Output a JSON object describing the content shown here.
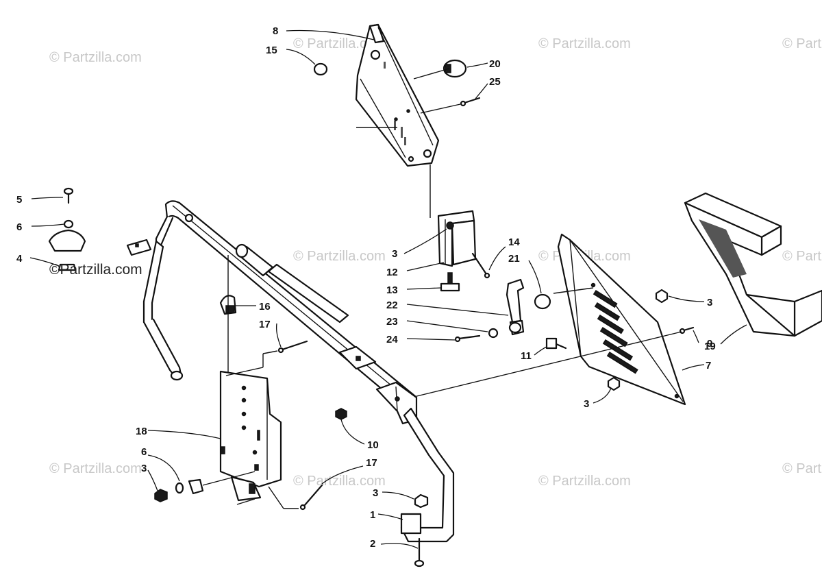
{
  "watermark": {
    "text": "© Partzilla.com",
    "dark_text": "©Partzilla.com"
  },
  "callouts": [
    {
      "id": "c8",
      "label": "8"
    },
    {
      "id": "c15",
      "label": "15"
    },
    {
      "id": "c20",
      "label": "20"
    },
    {
      "id": "c25",
      "label": "25"
    },
    {
      "id": "c5",
      "label": "5"
    },
    {
      "id": "c6a",
      "label": "6"
    },
    {
      "id": "c4",
      "label": "4"
    },
    {
      "id": "c3a",
      "label": "3"
    },
    {
      "id": "c12",
      "label": "12"
    },
    {
      "id": "c14",
      "label": "14"
    },
    {
      "id": "c21",
      "label": "21"
    },
    {
      "id": "c13",
      "label": "13"
    },
    {
      "id": "c22",
      "label": "22"
    },
    {
      "id": "c23",
      "label": "23"
    },
    {
      "id": "c24",
      "label": "24"
    },
    {
      "id": "c3b",
      "label": "3"
    },
    {
      "id": "c19",
      "label": "19"
    },
    {
      "id": "c16",
      "label": "16"
    },
    {
      "id": "c17a",
      "label": "17"
    },
    {
      "id": "c9",
      "label": "9"
    },
    {
      "id": "c11",
      "label": "11"
    },
    {
      "id": "c7",
      "label": "7"
    },
    {
      "id": "c3c",
      "label": "3"
    },
    {
      "id": "c10",
      "label": "10"
    },
    {
      "id": "c18",
      "label": "18"
    },
    {
      "id": "c6b",
      "label": "6"
    },
    {
      "id": "c3d",
      "label": "3"
    },
    {
      "id": "c17b",
      "label": "17"
    },
    {
      "id": "c3e",
      "label": "3"
    },
    {
      "id": "c1",
      "label": "1"
    },
    {
      "id": "c2",
      "label": "2"
    }
  ]
}
